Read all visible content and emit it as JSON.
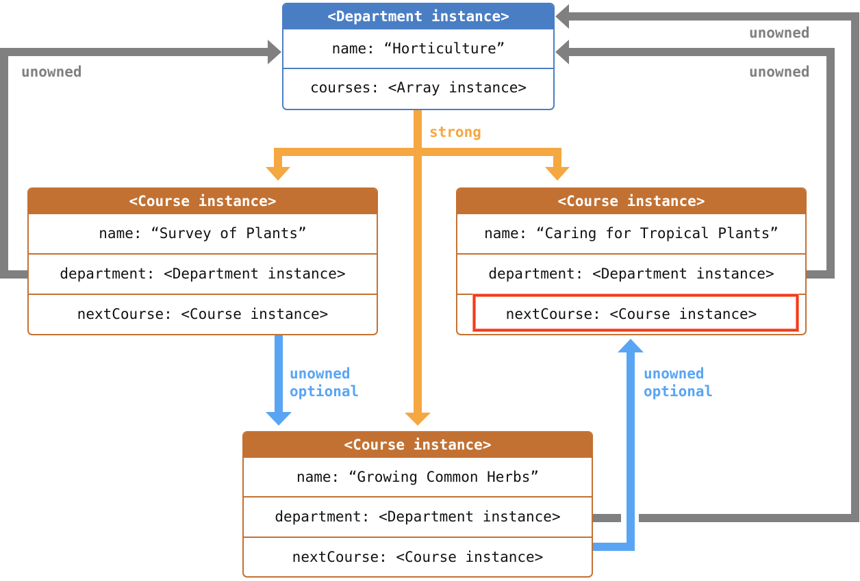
{
  "department": {
    "header": "<Department instance>",
    "name": "name: “Horticulture”",
    "courses": "courses: <Array instance>"
  },
  "course_left": {
    "header": "<Course instance>",
    "name": "name: “Survey of Plants”",
    "department": "department: <Department instance>",
    "nextCourse": "nextCourse: <Course instance>"
  },
  "course_right": {
    "header": "<Course instance>",
    "name": "name: “Caring for Tropical Plants”",
    "department": "department: <Department instance>",
    "nextCourse": "nextCourse: <Course instance>"
  },
  "course_bottom": {
    "header": "<Course instance>",
    "name": "name: “Growing Common Herbs”",
    "department": "department: <Department instance>",
    "nextCourse": "nextCourse: <Course instance>"
  },
  "labels": {
    "strong": "strong",
    "unowned_left": "unowned",
    "unowned_right_outer": "unowned",
    "unowned_right_inner": "unowned",
    "unowned_optional_left_1": "unowned",
    "unowned_optional_left_2": "optional",
    "unowned_optional_right_1": "unowned",
    "unowned_optional_right_2": "optional"
  },
  "colors": {
    "department": "#4a7ec4",
    "course": "#c27132",
    "strong": "#f5a742",
    "unowned": "#808080",
    "unowned_optional": "#59a5f3",
    "highlight": "#f03c1e"
  }
}
